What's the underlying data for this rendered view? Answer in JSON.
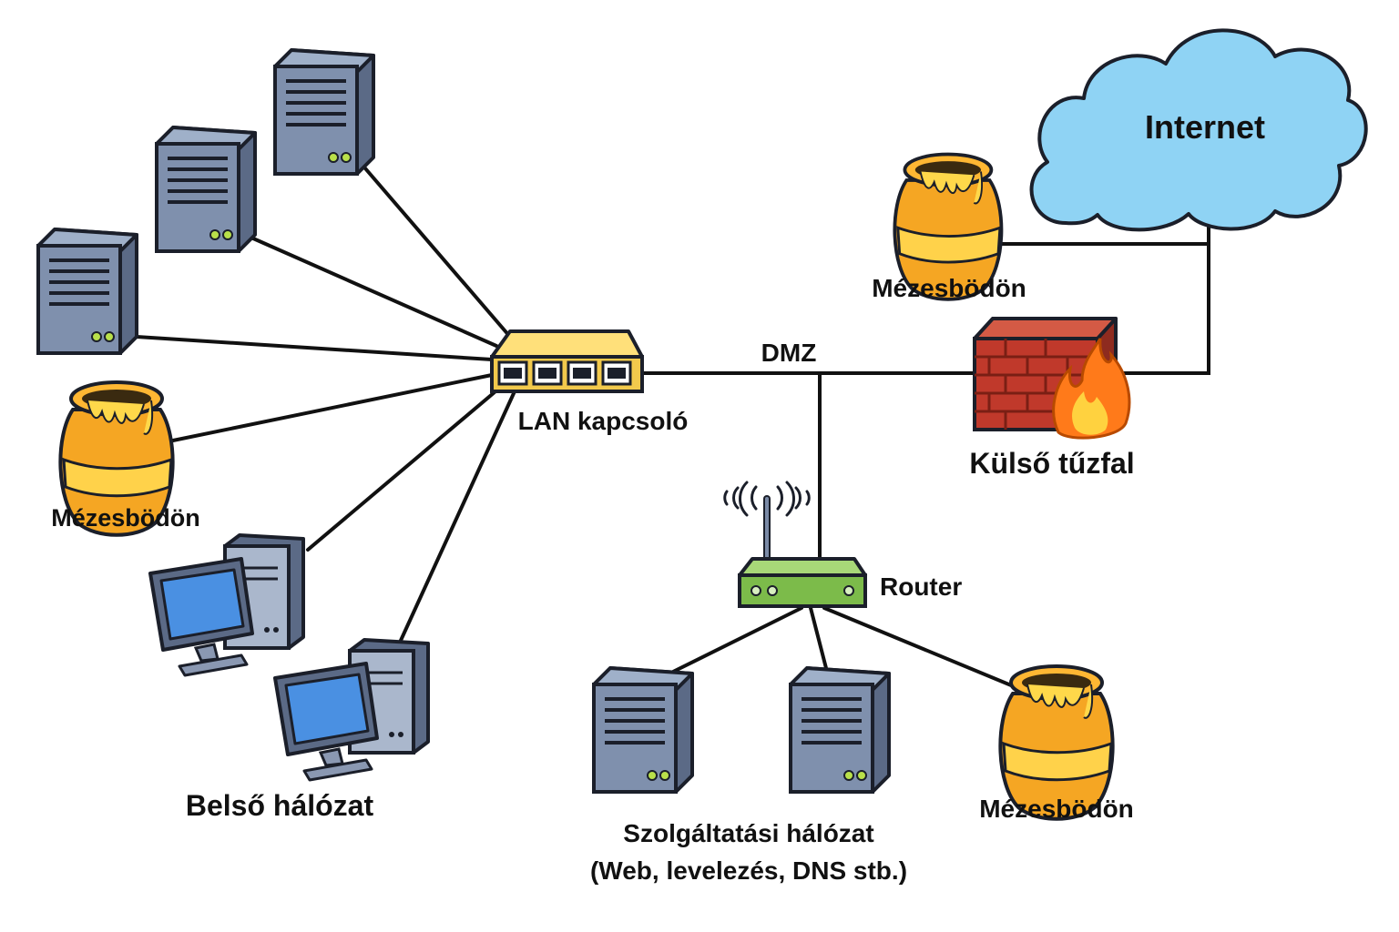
{
  "labels": {
    "internet": "Internet",
    "dmz": "DMZ",
    "lan_switch": "LAN kapcsoló",
    "firewall": "Külső tűzfal",
    "router": "Router",
    "honeypot_top": "Mézesbödön",
    "honeypot_left": "Mézesbödön",
    "honeypot_bottom": "Mézesbödön",
    "internal_network": "Belső hálózat",
    "service_network_line1": "Szolgáltatási hálózat",
    "service_network_line2": "(Web, levelezés, DNS stb.)"
  },
  "colors": {
    "cloud": "#8fd3f4",
    "switch": "#f2c94c",
    "router": "#7cbb4a",
    "firewall_brick": "#c0392b",
    "flame": "#ff7a1a",
    "server": "#7a8aa6",
    "monitor_screen": "#4a90e2",
    "honeypot": "#f5a623"
  },
  "icons": {
    "cloud": "cloud-icon",
    "switch": "network-switch-icon",
    "router": "wifi-router-icon",
    "firewall": "brick-firewall-icon",
    "server": "server-tower-icon",
    "workstation": "desktop-computer-icon",
    "honeypot": "honey-pot-icon"
  }
}
